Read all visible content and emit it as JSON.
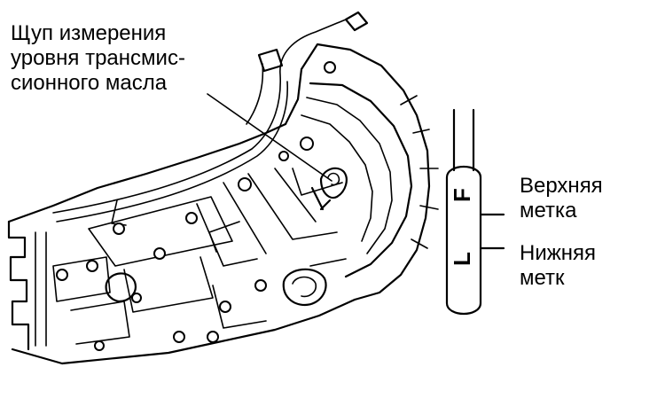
{
  "labels": {
    "probe": [
      "Щуп измерения",
      "уровня трансмис-",
      "сионного масла"
    ],
    "upper_mark": [
      "Верхняя",
      "метка"
    ],
    "lower_mark": [
      "Нижняя",
      "метк"
    ]
  },
  "dipstick": {
    "upper_letter": "F",
    "lower_letter": "L"
  }
}
